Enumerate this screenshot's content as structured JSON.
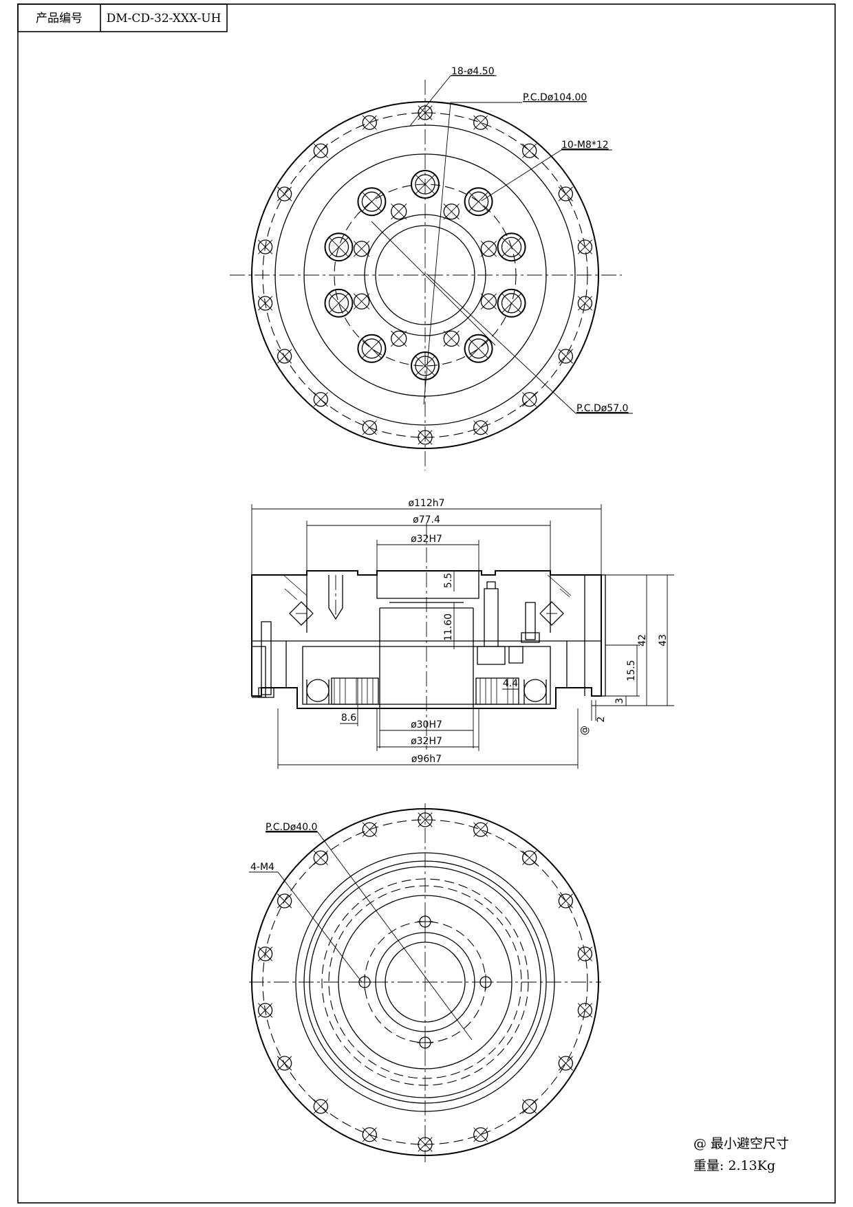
{
  "title_block": {
    "label": "产品编号",
    "value": "DM-CD-32-XXX-UH"
  },
  "front_view": {
    "callout_holes_outer": "18-ø4.50",
    "callout_pcd_outer": "P.C.Dø104.00",
    "callout_threads": "10-M8*12",
    "callout_pcd_inner": "P.C.Dø57.0"
  },
  "section_view": {
    "dim_outer": "ø112h7",
    "dim_mid": "ø77.4",
    "dim_bore_top": "ø32H7",
    "dim_5_5": "5.5",
    "dim_11_60": "11.60",
    "dim_4_4": "4.4",
    "dim_8_6": "8.6",
    "dim_bore_bottom_1": "ø30H7",
    "dim_bore_bottom_2": "ø32H7",
    "dim_pilot": "ø96h7",
    "dim_height_42": "42",
    "dim_height_43": "43",
    "dim_15_5": "15.5",
    "dim_3": "3",
    "dim_2": "2",
    "mark_min_clearance": "@"
  },
  "rear_view": {
    "callout_pcd": "P.C.Dø40.0",
    "callout_threads": "4-M4"
  },
  "notes": {
    "line1": "@ 最小避空尺寸",
    "line2": "重量: 2.13Kg"
  }
}
